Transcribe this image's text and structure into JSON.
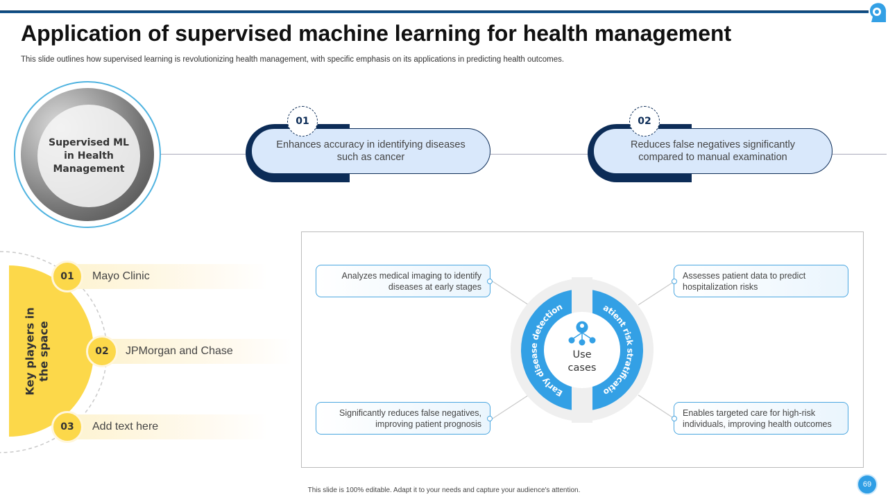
{
  "header": {
    "title": "Application of supervised machine learning for health management",
    "subtitle": "This slide outlines how supervised learning is revolutionizing health management, with specific emphasis on its applications in predicting health outcomes."
  },
  "hero": {
    "label": "Supervised ML\nin Health\nManagement"
  },
  "benefits": [
    {
      "num": "01",
      "text": "Enhances accuracy in identifying  diseases such as cancer"
    },
    {
      "num": "02",
      "text": "Reduces false negatives significantly compared to manual examination"
    }
  ],
  "key_players": {
    "title": "Key players in\nthe space",
    "items": [
      {
        "num": "01",
        "label": "Mayo Clinic"
      },
      {
        "num": "02",
        "label": "JPMorgan and Chase"
      },
      {
        "num": "03",
        "label": "Add text here"
      }
    ]
  },
  "use_cases": {
    "center": "Use\ncases",
    "left_arc": "Early disease detection",
    "right_arc": "Patient risk stratification",
    "boxes": [
      "Analyzes medical imaging to identify diseases at early stages",
      "Assesses patient data to predict hospitalization risks",
      "Significantly reduces false negatives, improving patient prognosis",
      "Enables targeted care for high-risk individuals, improving health outcomes"
    ]
  },
  "footer": "This slide is 100% editable.  Adapt it to your needs and capture your audience's attention.",
  "page_number": "69",
  "colors": {
    "navy": "#0c2c57",
    "blue": "#33a0e5",
    "yellow": "#fcd84a",
    "pill": "#d9e8fb"
  }
}
